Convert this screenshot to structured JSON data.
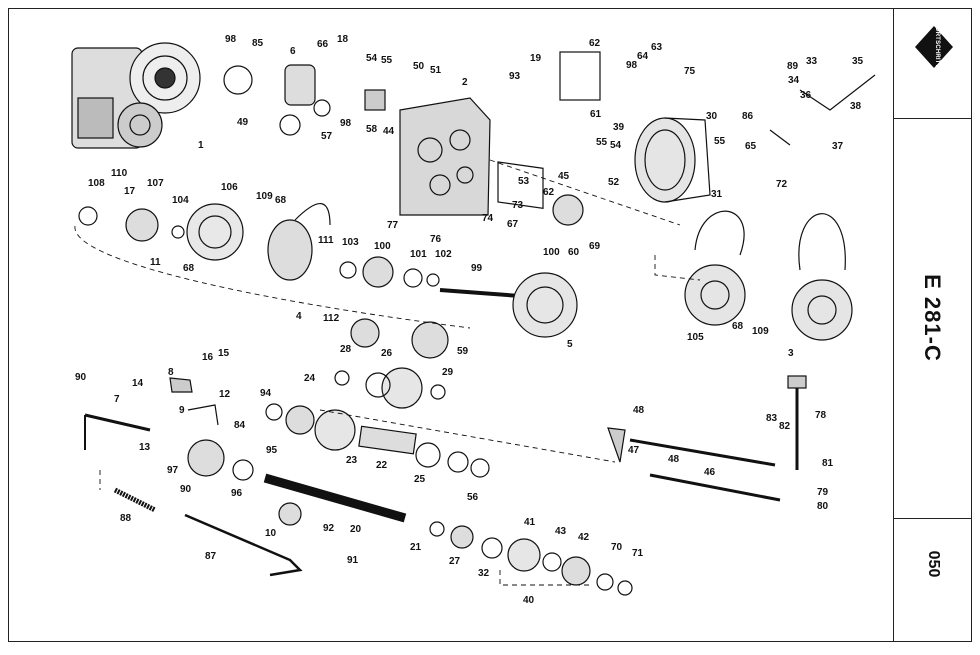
{
  "sheet": {
    "model_code": "E 281-C",
    "page_number": "050",
    "brand_logo_text": "FORTSCHRITT"
  },
  "callouts": [
    "1",
    "2",
    "3",
    "4",
    "5",
    "6",
    "7",
    "8",
    "9",
    "10",
    "11",
    "12",
    "13",
    "14",
    "15",
    "16",
    "17",
    "18",
    "19",
    "20",
    "21",
    "22",
    "23",
    "24",
    "25",
    "26",
    "27",
    "28",
    "29",
    "30",
    "31",
    "32",
    "33",
    "34",
    "35",
    "36",
    "37",
    "38",
    "39",
    "40",
    "41",
    "42",
    "43",
    "44",
    "45",
    "46",
    "47",
    "48",
    "49",
    "50",
    "51",
    "52",
    "53",
    "54",
    "55",
    "56",
    "57",
    "58",
    "59",
    "60",
    "61",
    "62",
    "63",
    "64",
    "65",
    "66",
    "67",
    "68",
    "69",
    "70",
    "71",
    "72",
    "73",
    "74",
    "75",
    "76",
    "77",
    "78",
    "79",
    "80",
    "81",
    "82",
    "83",
    "84",
    "85",
    "86",
    "87",
    "88",
    "89",
    "90",
    "91",
    "92",
    "93",
    "94",
    "95",
    "96",
    "97",
    "98",
    "99",
    "100",
    "101",
    "102",
    "103",
    "104",
    "105",
    "106",
    "107",
    "108",
    "109",
    "110",
    "111",
    "112"
  ]
}
